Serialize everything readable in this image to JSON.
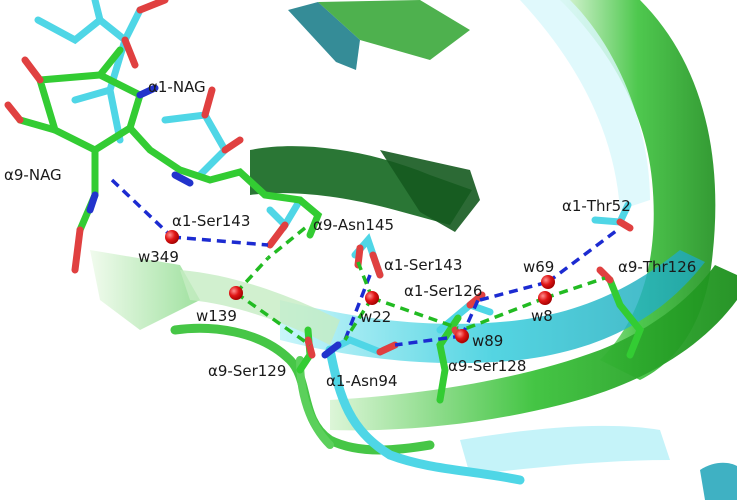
{
  "labels": {
    "a1_nag": "α1-NAG",
    "a9_nag": "α9-NAG",
    "a1_ser143_left": "α1-Ser143",
    "a9_asn145": "α9-Asn145",
    "w349": "w349",
    "w139": "w139",
    "a1_ser143_mid": "α1-Ser143",
    "w22": "w22",
    "a1_ser126": "α1-Ser126",
    "w69": "w69",
    "a1_thr52": "α1-Thr52",
    "a9_thr126": "α9-Thr126",
    "w8": "w8",
    "w89": "w89",
    "a9_ser128": "α9-Ser128",
    "a9_ser129": "α9-Ser129",
    "a1_asn94": "α1-Asn94"
  },
  "colors": {
    "alpha1_cyan": "#4fd6e6",
    "alpha9_green": "#33cc33",
    "oxygen_red": "#e04040",
    "nitrogen_blue": "#2233cc",
    "hbond_alpha1": "#1c2bd1",
    "hbond_alpha9": "#22bb22",
    "water": "#e01515"
  }
}
